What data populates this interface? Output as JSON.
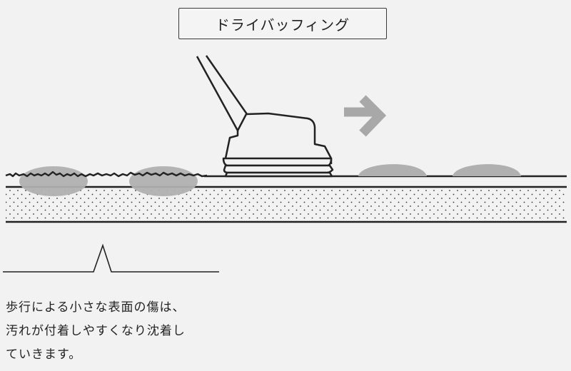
{
  "title": "ドライバッフィング",
  "caption": {
    "lines": [
      "歩行による小さな表面の傷は、",
      "汚れが付着しやすくなり沈着し",
      "ていきます。"
    ]
  },
  "icons": {
    "machine": "floor-buffing-machine-icon",
    "direction": "right-arrow-icon",
    "profile": "surface-profile-spike-icon"
  },
  "colors": {
    "line": "#222222",
    "highlight": "#b0b0b0",
    "arrow": "#a8a8a8",
    "background": "#f2f2f2"
  }
}
